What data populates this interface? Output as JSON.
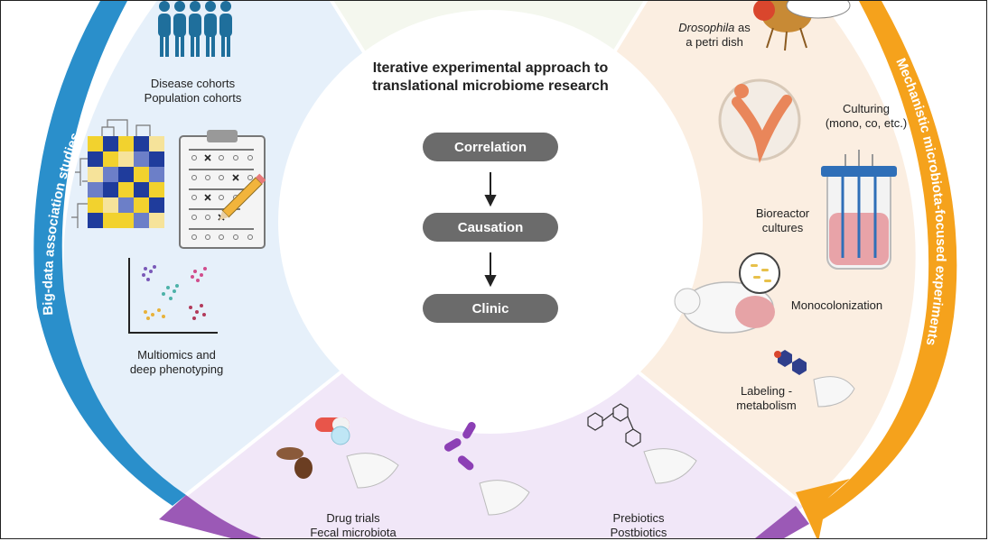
{
  "center": {
    "title_line1": "Iterative experimental approach to",
    "title_line2": "translational microbiome research",
    "steps": [
      "Correlation",
      "Causation",
      "Clinic"
    ]
  },
  "left_arc_label": "Big-data association studies",
  "right_arc_label": "Mechanistic microbiota-focused experiments",
  "left": {
    "cohorts_line1": "Disease cohorts",
    "cohorts_line2": "Population cohorts",
    "multiomics_line1": "Multiomics and",
    "multiomics_line2": "deep phenotyping"
  },
  "right": {
    "drosophila_italic": "Drosophila",
    "drosophila_rest": " as",
    "drosophila_line2": "a petri dish",
    "culturing_line1": "Culturing",
    "culturing_line2": "(mono, co, etc.)",
    "bioreactor_line1": "Bioreactor",
    "bioreactor_line2": "cultures",
    "monocolonization": "Monocolonization",
    "labeling_line1": "Labeling -",
    "labeling_line2": "metabolism"
  },
  "bottom": {
    "drug_trials": "Drug trials",
    "fecal": "Fecal microbiota",
    "prebiotics": "Prebiotics",
    "postbiotics": "Postbiotics"
  },
  "colors": {
    "left_arc": "#2a8fcb",
    "right_arc": "#f5a21c",
    "bottom_arc": "#9b59b6",
    "left_bg": "#e6f0fa",
    "right_bg": "#fbeee1",
    "bottom_bg": "#f1e7f8",
    "pill": "#6b6b6b"
  }
}
